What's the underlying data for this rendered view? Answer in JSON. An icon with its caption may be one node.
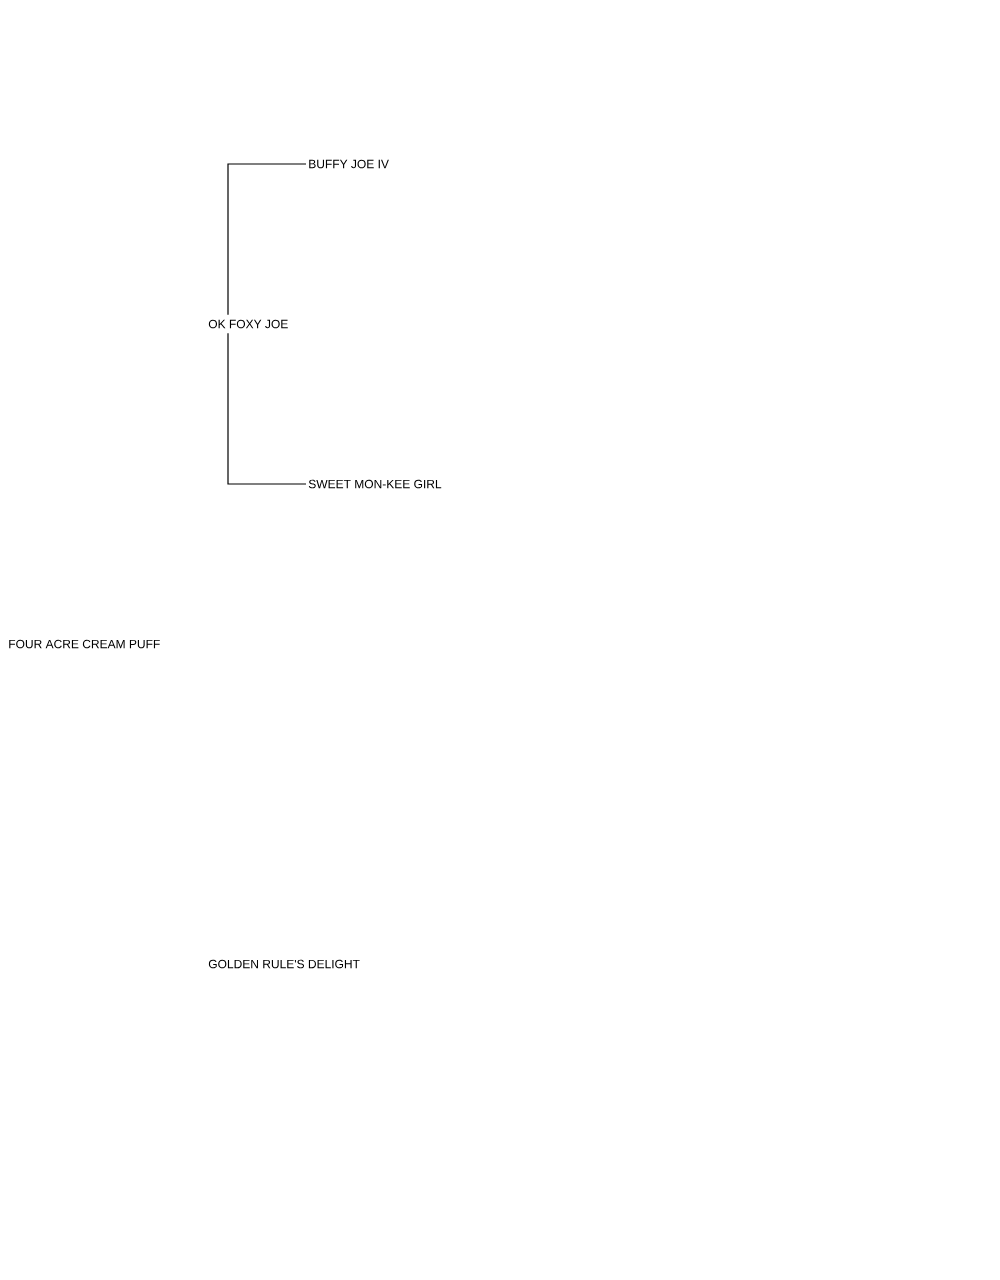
{
  "diagram": {
    "nodes": [
      {
        "text": [
          "FOUR ACRE CREAM PUFF"
        ]
      },
      {
        "text": [
          "OK FOXY JOE"
        ]
      },
      {
        "text": [
          "BUFFY JOE IV"
        ]
      },
      {
        "text": [
          "SWEET MON-KEE GIRL"
        ]
      },
      {
        "text": [
          "GOLDEN RULE'S DELIGHT"
        ]
      }
    ],
    "edges": [
      {
        "from": 1,
        "to": 2,
        "arrow": "none"
      },
      {
        "from": 1,
        "to": 3,
        "arrow": "none"
      }
    ]
  }
}
